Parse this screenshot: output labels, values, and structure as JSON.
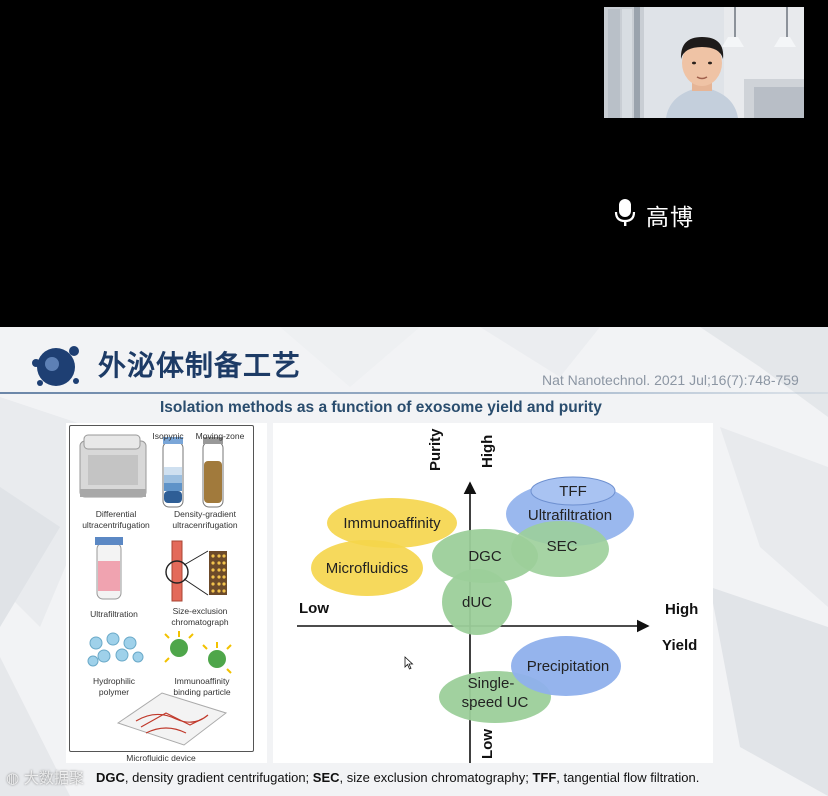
{
  "speaker": {
    "name": "高博"
  },
  "slide": {
    "title": "外泌体制备工艺",
    "citation": "Nat Nanotechnol. 2021 Jul;16(7):748-759",
    "subtitle": "Isolation methods as a function of exosome yield and purity",
    "left_labels": {
      "isopynic": "Isopynic",
      "moving_zone": "Moving-zone",
      "differential": "Differential",
      "ultracentrifugation": "ultracentrifugation",
      "density_gradient": "Density-gradient",
      "ultracenrifugation": "ultracenrifugation",
      "ultrafiltration": "Ultrafiltration",
      "size_exclusion": "Size-exclusion",
      "chromatograph": "chromatograph",
      "hydrophilic": "Hydrophilic",
      "polymer": "polymer",
      "immunoaffinity": "Immunoaffinity",
      "binding_particle": "binding particle",
      "microfluidic_device": "Microfluidic device"
    },
    "chart": {
      "y_axis_name": "Purity",
      "y_high": "High",
      "y_low": "Low",
      "x_low": "Low",
      "x_high": "High",
      "x_axis_name": "Yield",
      "methods": {
        "immunoaffinity": "Immunoaffinity",
        "microfluidics": "Microfluidics",
        "tff": "TFF",
        "ultrafiltration": "Ultrafiltration",
        "sec": "SEC",
        "dgc": "DGC",
        "duc": "dUC",
        "precipitation": "Precipitation",
        "single_line1": "Single-",
        "single_line2": "speed UC"
      }
    },
    "footnote": {
      "dgc_abbr": "DGC",
      "dgc_text": ", density gradient centrifugation; ",
      "sec_abbr": "SEC",
      "sec_text": ", size exclusion chromatography; ",
      "tff_abbr": "TFF",
      "tff_text": ", tangential flow filtration."
    }
  },
  "watermark": "大数据聚",
  "colors": {
    "yellow": "#f5d54a",
    "green": "#9ccf9a",
    "blue": "#8fb0ec",
    "title": "#1d3b66"
  }
}
